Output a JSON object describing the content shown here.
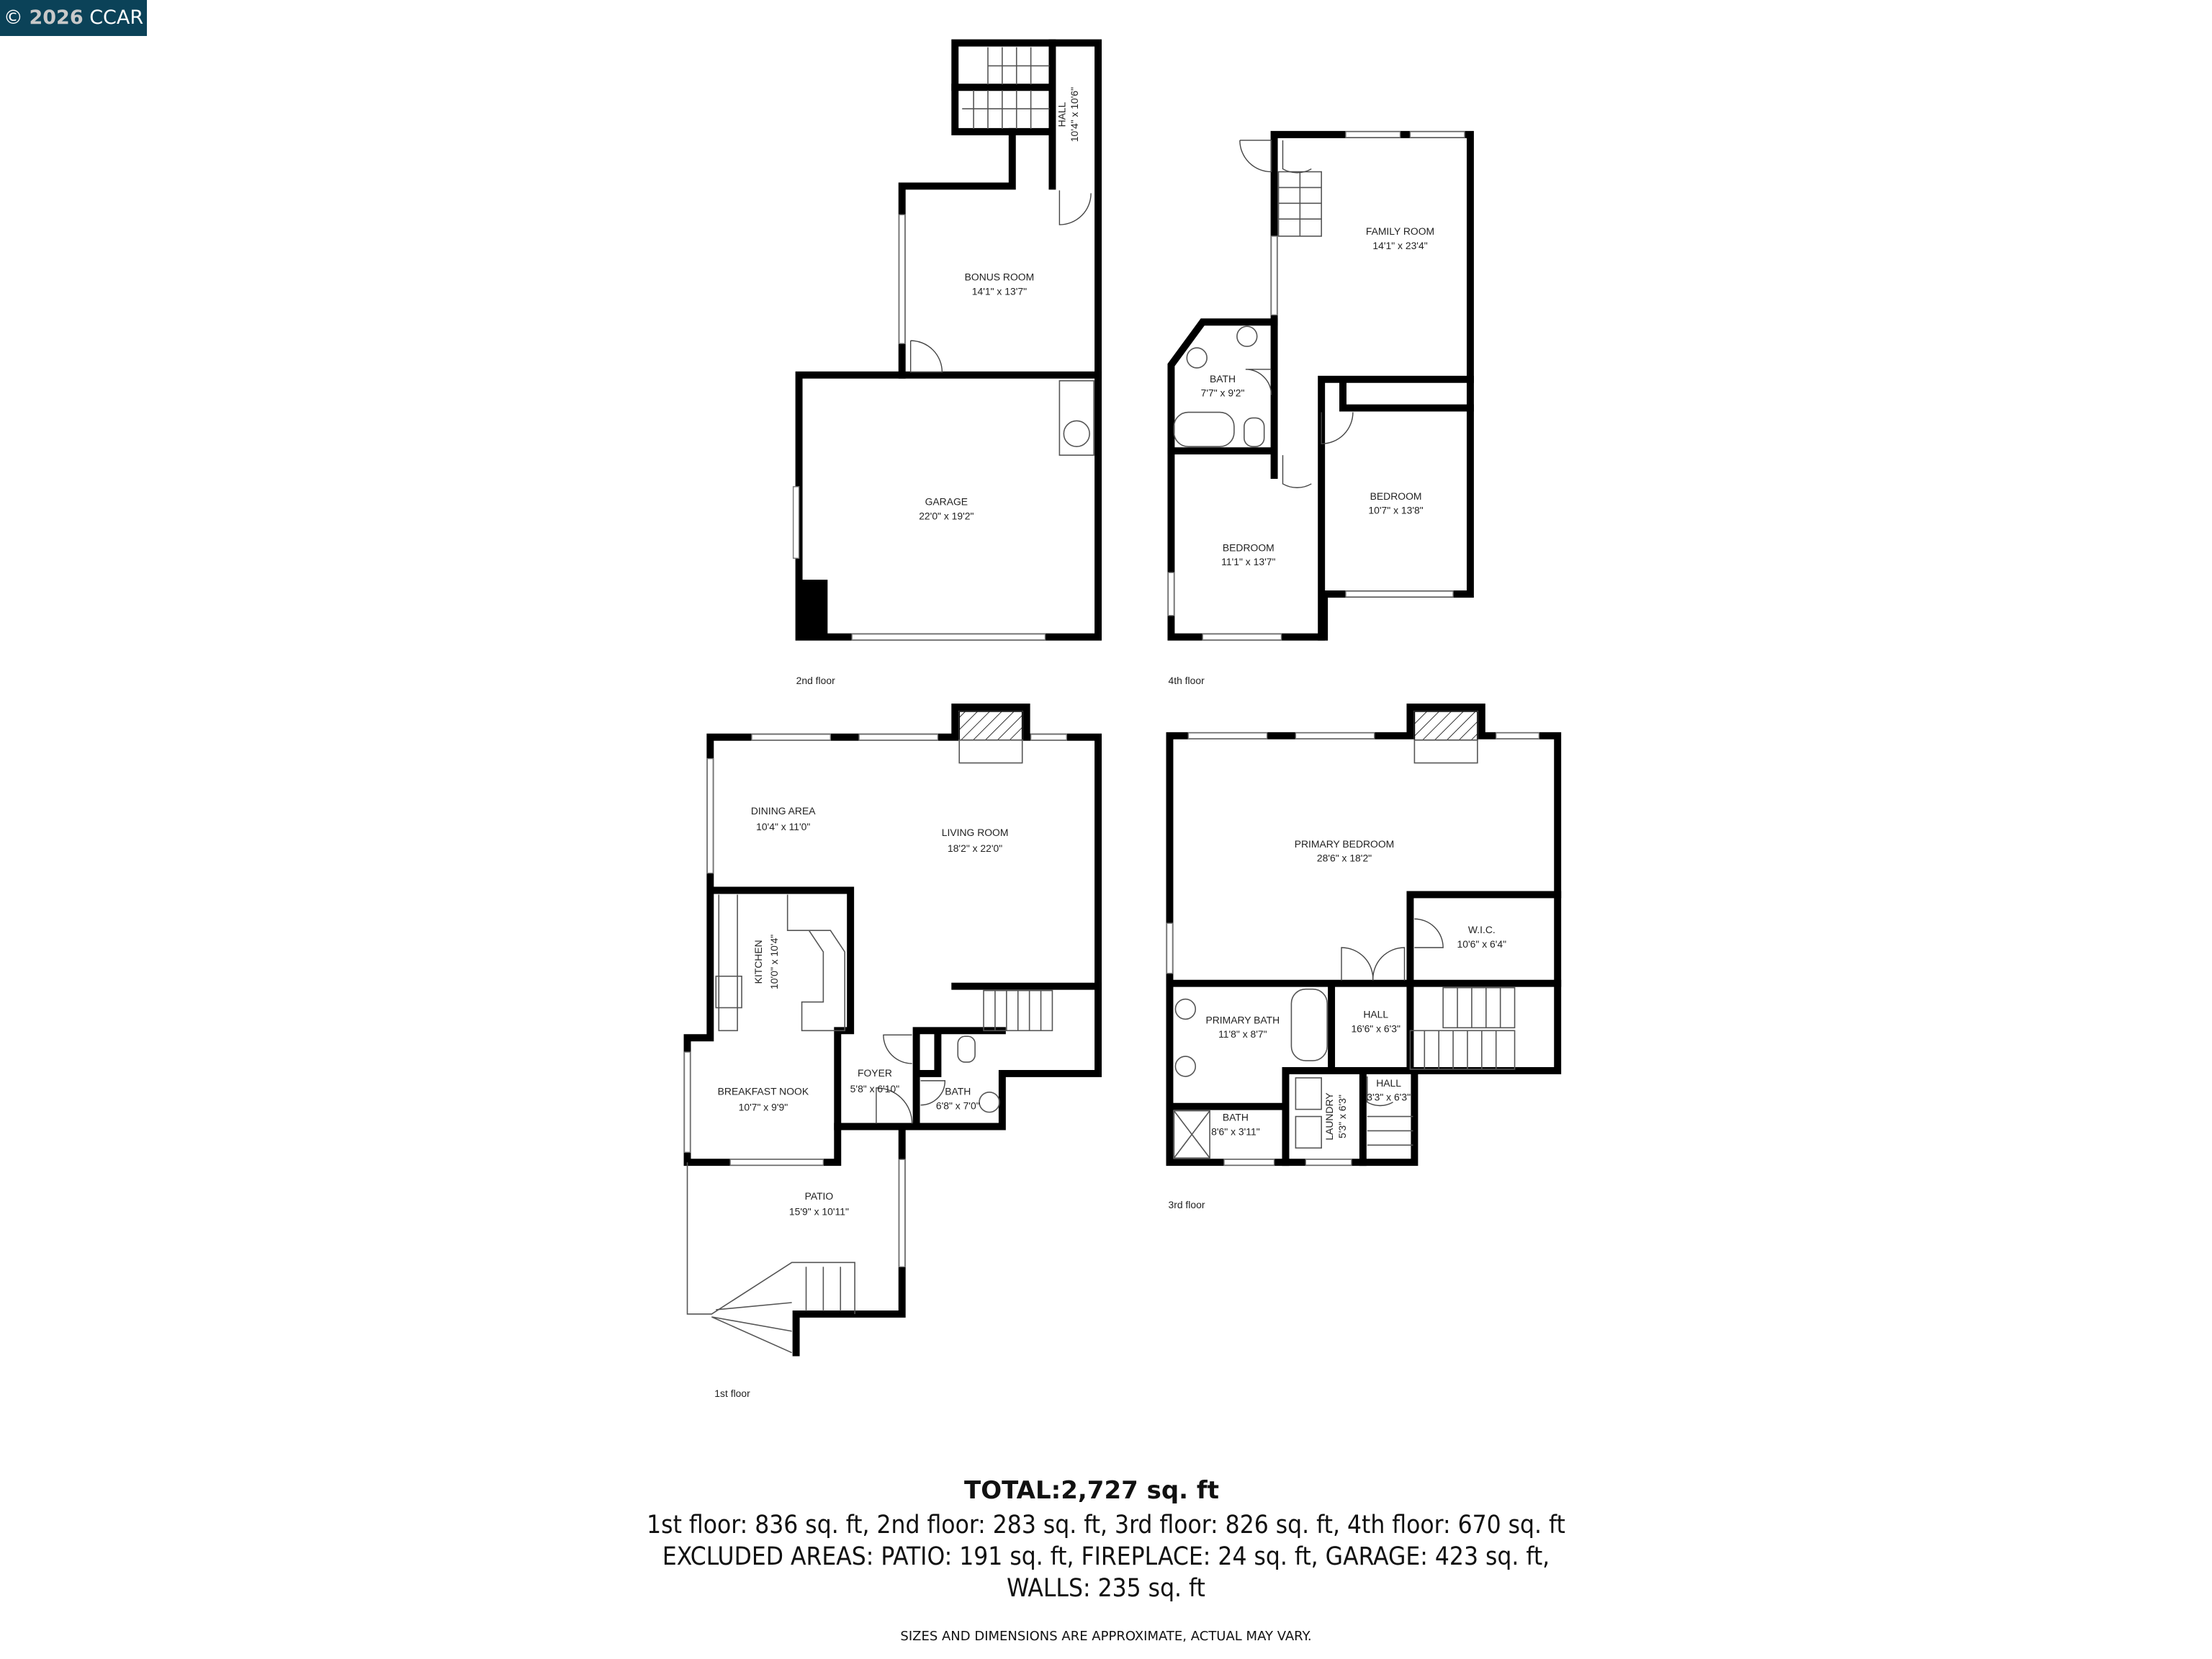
{
  "badge": {
    "symbol": "©",
    "year": "2026",
    "org": "CCAR",
    "background": "#0b4258"
  },
  "floors": {
    "second": {
      "label": "2nd floor",
      "rooms": [
        {
          "name": "HALL",
          "dims": "10'4\" x 10'6\""
        },
        {
          "name": "BONUS ROOM",
          "dims": "14'1\" x 13'7\""
        },
        {
          "name": "GARAGE",
          "dims": "22'0\" x 19'2\""
        }
      ]
    },
    "fourth": {
      "label": "4th floor",
      "rooms": [
        {
          "name": "FAMILY ROOM",
          "dims": "14'1\" x 23'4\""
        },
        {
          "name": "BATH",
          "dims": "7'7\" x 9'2\""
        },
        {
          "name": "BEDROOM",
          "dims": "11'1\" x 13'7\""
        },
        {
          "name": "BEDROOM",
          "dims": "10'7\" x 13'8\""
        }
      ]
    },
    "first": {
      "label": "1st floor",
      "rooms": [
        {
          "name": "DINING AREA",
          "dims": "10'4\" x 11'0\""
        },
        {
          "name": "LIVING ROOM",
          "dims": "18'2\" x 22'0\""
        },
        {
          "name": "KITCHEN",
          "dims": "10'0\" x 10'4\""
        },
        {
          "name": "BREAKFAST NOOK",
          "dims": "10'7\" x 9'9\""
        },
        {
          "name": "FOYER",
          "dims": "5'8\" x 6'10\""
        },
        {
          "name": "BATH",
          "dims": "6'8\" x 7'0\""
        },
        {
          "name": "PATIO",
          "dims": "15'9\" x 10'11\""
        }
      ]
    },
    "third": {
      "label": "3rd floor",
      "rooms": [
        {
          "name": "PRIMARY BEDROOM",
          "dims": "28'6\" x 18'2\""
        },
        {
          "name": "W.I.C.",
          "dims": "10'6\" x 6'4\""
        },
        {
          "name": "PRIMARY BATH",
          "dims": "11'8\" x 8'7\""
        },
        {
          "name": "HALL",
          "dims": "16'6\" x 6'3\""
        },
        {
          "name": "BATH",
          "dims": "8'6\" x 3'11\""
        },
        {
          "name": "LAUNDRY",
          "dims": "5'3\" x 6'3\""
        },
        {
          "name": "HALL",
          "dims": "3'3\" x 6'3\""
        }
      ]
    }
  },
  "summary": {
    "total": "TOTAL:2,727 sq. ft",
    "floors_line": "1st floor: 836 sq. ft, 2nd floor: 283 sq. ft, 3rd floor: 826 sq. ft, 4th floor: 670 sq. ft",
    "excluded_line": "EXCLUDED AREAS: PATIO: 191 sq. ft, FIREPLACE: 24 sq. ft, GARAGE: 423 sq. ft,",
    "walls_line": "WALLS: 235 sq. ft",
    "disclaimer": "SIZES AND DIMENSIONS ARE APPROXIMATE, ACTUAL MAY VARY."
  }
}
